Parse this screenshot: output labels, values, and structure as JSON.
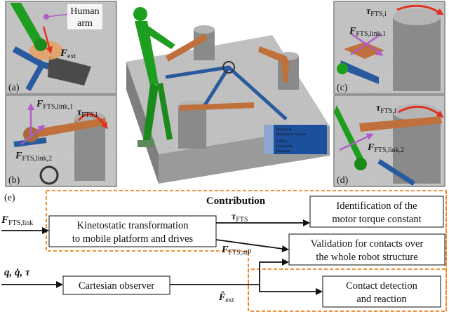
{
  "panels": {
    "a": {
      "tag": "(a)",
      "arm_line1": "Human",
      "arm_line2": "arm",
      "force_main": "F",
      "force_sub": "ext"
    },
    "b": {
      "tag": "(b)",
      "f1_main": "F",
      "f1_sub": "FTS,link,1",
      "f2_main": "F",
      "f2_sub": "FTS,link,2",
      "tau_main": "τ",
      "tau_sub": "FTS,i"
    },
    "c": {
      "tag": "(c)",
      "tau_main": "τ",
      "tau_sub": "FTS,i",
      "f_main": "F",
      "f_sub": "FTS,link,1"
    },
    "d": {
      "tag": "(d)",
      "tau_main": "τ",
      "tau_sub": "FTS,i",
      "f_main": "F",
      "f_sub": "FTS,link,2"
    },
    "center": {
      "logo_lines": [
        "Institute of",
        "Mechatronic Systems",
        "Leibniz",
        "Universität",
        "Hannover"
      ]
    }
  },
  "flow": {
    "tag": "(e)",
    "contribution": "Contribution",
    "input_ffts_main": "F",
    "input_ffts_sub": "FTS,link",
    "input_q": "q, q̇, τ",
    "kinetostatic_line1": "Kinetostatic transformation",
    "kinetostatic_line2": "to mobile platform and drives",
    "tau_fts_main": "τ",
    "tau_fts_sub": "FTS",
    "ffts_mp_main": "F",
    "ffts_mp_sub": "FTS,mP",
    "identification_line1": "Identification of the",
    "identification_line2": "motor torque constant",
    "validation_line1": "Validation for contacts over",
    "validation_line2": "the whole robot structure",
    "observer": "Cartesian observer",
    "fhat_main": "F̂",
    "fhat_sub": "ext",
    "contact_line1": "Contact detection",
    "contact_line2": "and reaction"
  },
  "colors": {
    "orange": "#f0821e",
    "red": "#e0301e",
    "purple": "#b05cc8",
    "robot_green": "#1e9e1e",
    "link_blue": "#2a5a9e",
    "wood": "#c0703a"
  }
}
